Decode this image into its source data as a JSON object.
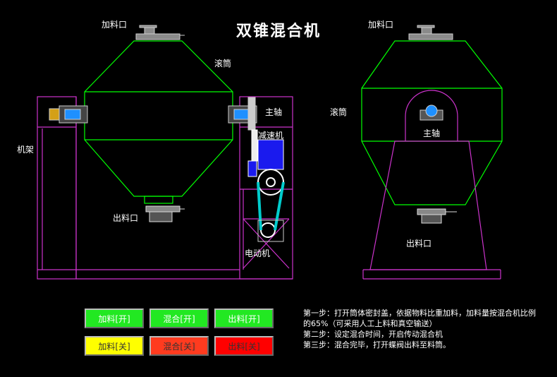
{
  "title": "双锥混合机",
  "labels": {
    "feed_left": "加料口",
    "feed_right": "加料口",
    "drum_left": "滚筒",
    "drum_right": "滚筒",
    "shaft_left": "主轴",
    "shaft_right": "主轴",
    "reducer": "减速机",
    "frame": "机架",
    "outlet_left": "出料口",
    "outlet_right": "出料口",
    "motor": "电动机"
  },
  "buttons": [
    {
      "label": "加料[开]",
      "color": "#22e822"
    },
    {
      "label": "混合[开]",
      "color": "#22e822"
    },
    {
      "label": "出料[开]",
      "color": "#22e822"
    },
    {
      "label": "加料[关]",
      "color": "#ffff00"
    },
    {
      "label": "混合[关]",
      "color": "#ff3b1f"
    },
    {
      "label": "出料[关]",
      "color": "#ff0000"
    }
  ],
  "steps": [
    "第一步：打开筒体密封盖，依据物料比重加料，加料量按混合机比例",
    "的65%（可采用人工上料和真空输送）",
    "第二步：设定混合时间，开启传动混合机",
    "第三步：混合完毕，打开蝶阀出料至料筒。"
  ],
  "colors": {
    "drum": "#00ff00",
    "frame": "#cc33cc",
    "belt": "#00cccc",
    "reducer": "#3333ff"
  }
}
